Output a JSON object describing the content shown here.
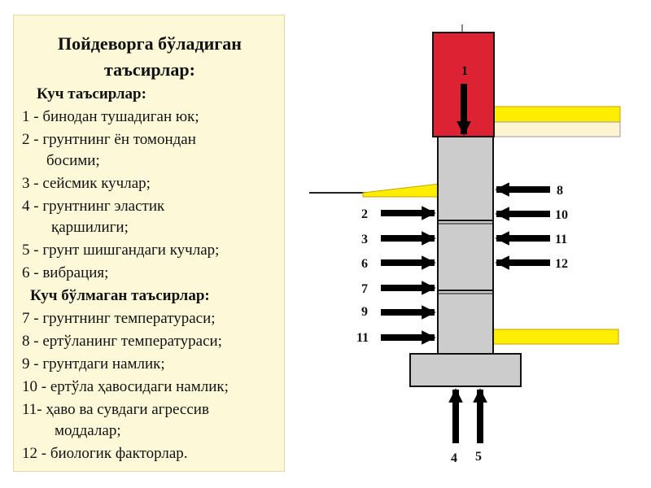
{
  "panel": {
    "title_line1": "Пойдеворга бўладиган",
    "title_line2": "таъсирлар:",
    "force_heading": "Куч таъсирлар:",
    "force_items": [
      "1 - бинодан тушадиган юк;",
      "2 - грунтнинг ён томондан",
      "босими;",
      "3 - сейсмик кучлар;",
      "4 - грунтнинг эластик",
      "қаршилиги;",
      "5 - грунт шишгандаги кучлар;",
      "6 - вибрация;"
    ],
    "nonforce_heading": "Куч бўлмаган таъсирлар:",
    "nonforce_items": [
      "7 - грунтнинг температураси;",
      "8 - ертўланинг температураси;",
      "9 - грунтдаги намлик;",
      "10 - ертўла ҳавосидаги намлик;",
      "11- ҳаво ва сувдаги агрессив",
      "моддалар;",
      "12 - биологик факторлар."
    ]
  },
  "diagram": {
    "top_label": "1",
    "left_labels": [
      "2",
      "3",
      "6",
      "7",
      "9",
      "11"
    ],
    "right_labels": [
      "8",
      "10",
      "11",
      "12"
    ],
    "bottom_labels": [
      "4",
      "5"
    ],
    "colors": {
      "load_block": "#dd2233",
      "foundation": "#cccccc",
      "slab": "#ffee00",
      "slab_edge": "#c8a000",
      "arrow": "#000000"
    }
  }
}
